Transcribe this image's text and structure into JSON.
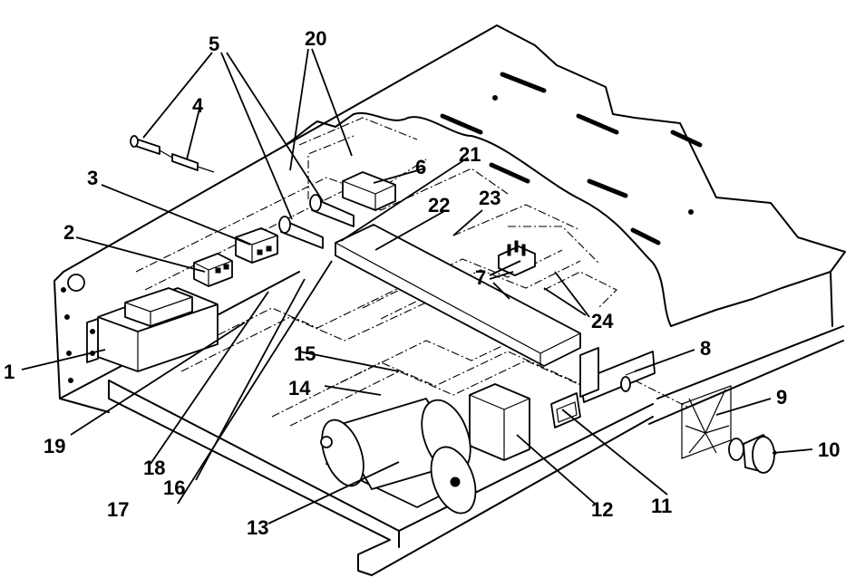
{
  "diagram": {
    "callouts": [
      {
        "id": "1",
        "text": "1"
      },
      {
        "id": "2",
        "text": "2"
      },
      {
        "id": "3",
        "text": "3"
      },
      {
        "id": "4",
        "text": "4"
      },
      {
        "id": "5",
        "text": "5"
      },
      {
        "id": "6",
        "text": "6"
      },
      {
        "id": "7",
        "text": "7"
      },
      {
        "id": "8",
        "text": "8"
      },
      {
        "id": "9",
        "text": "9"
      },
      {
        "id": "10",
        "text": "10"
      },
      {
        "id": "11",
        "text": "11"
      },
      {
        "id": "12",
        "text": "12"
      },
      {
        "id": "13",
        "text": "13"
      },
      {
        "id": "14",
        "text": "14"
      },
      {
        "id": "15",
        "text": "15"
      },
      {
        "id": "16",
        "text": "16"
      },
      {
        "id": "17",
        "text": "17"
      },
      {
        "id": "18",
        "text": "18"
      },
      {
        "id": "19",
        "text": "19"
      },
      {
        "id": "20",
        "text": "20"
      },
      {
        "id": "21",
        "text": "21"
      },
      {
        "id": "22",
        "text": "22"
      },
      {
        "id": "23",
        "text": "23"
      },
      {
        "id": "24",
        "text": "24"
      }
    ]
  }
}
